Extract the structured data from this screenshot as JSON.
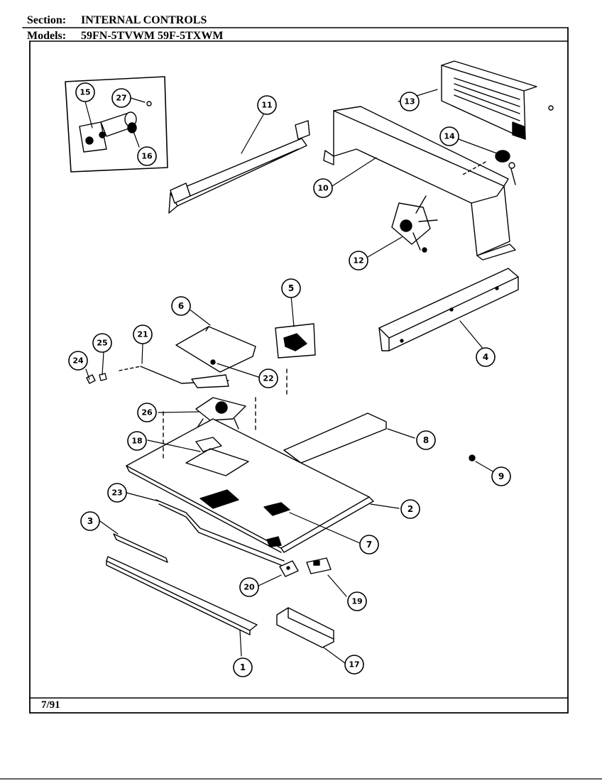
{
  "header": {
    "section_label": "Section:",
    "section_value": "INTERNAL CONTROLS",
    "models_label": "Models:",
    "models_value": "59FN-5TVWM  59F-5TXWM"
  },
  "footer": {
    "date": "7/91"
  },
  "callouts": {
    "c1": "1",
    "c2": "2",
    "c3": "3",
    "c4": "4",
    "c5": "5",
    "c6": "6",
    "c7": "7",
    "c8": "8",
    "c9": "9",
    "c10": "10",
    "c11": "11",
    "c12": "12",
    "c13": "13",
    "c14": "14",
    "c15": "15",
    "c16": "16",
    "c17": "17",
    "c18": "18",
    "c19": "19",
    "c20": "20",
    "c21": "21",
    "c22": "22",
    "c23": "23",
    "c24": "24",
    "c25": "25",
    "c26": "26",
    "c27": "27"
  }
}
